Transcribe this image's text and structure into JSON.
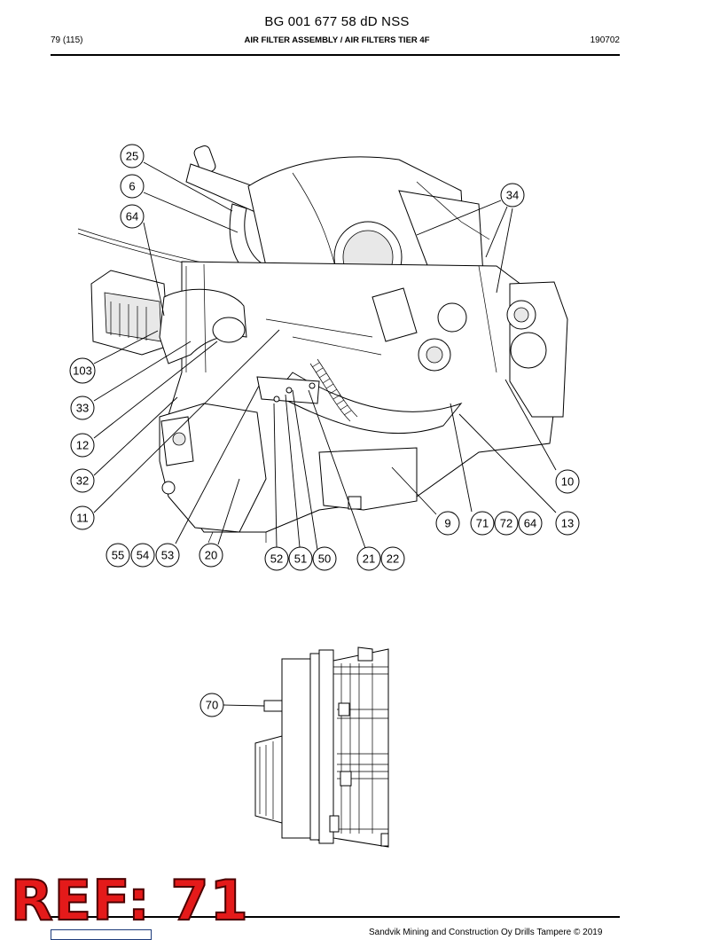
{
  "header": {
    "document_number": "BG 001 677 58 dD NSS",
    "page": "79 (115)",
    "section_title": "AIR FILTER ASSEMBLY / AIR FILTERS TIER 4F",
    "date_code": "190702"
  },
  "callouts_top": [
    {
      "id": "c25",
      "label": "25"
    },
    {
      "id": "c6",
      "label": "6"
    },
    {
      "id": "c64a",
      "label": "64"
    },
    {
      "id": "c34",
      "label": "34"
    },
    {
      "id": "c103",
      "label": "103"
    },
    {
      "id": "c33",
      "label": "33"
    },
    {
      "id": "c12",
      "label": "12"
    },
    {
      "id": "c32",
      "label": "32"
    },
    {
      "id": "c11",
      "label": "11"
    },
    {
      "id": "c10",
      "label": "10"
    },
    {
      "id": "c9",
      "label": "9"
    },
    {
      "id": "c71",
      "label": "71"
    },
    {
      "id": "c72",
      "label": "72"
    },
    {
      "id": "c64b",
      "label": "64"
    },
    {
      "id": "c13",
      "label": "13"
    },
    {
      "id": "c55",
      "label": "55"
    },
    {
      "id": "c54",
      "label": "54"
    },
    {
      "id": "c53",
      "label": "53"
    },
    {
      "id": "c20",
      "label": "20"
    },
    {
      "id": "c52",
      "label": "52"
    },
    {
      "id": "c51",
      "label": "51"
    },
    {
      "id": "c50",
      "label": "50"
    },
    {
      "id": "c21",
      "label": "21"
    },
    {
      "id": "c22",
      "label": "22"
    }
  ],
  "callouts_detail": [
    {
      "id": "c70",
      "label": "70"
    }
  ],
  "stamp": {
    "text": "REF: 71",
    "color": "#e41a1a"
  },
  "footer": {
    "copyright": "Sandvik Mining and Construction Oy Drills Tampere © 2019"
  }
}
